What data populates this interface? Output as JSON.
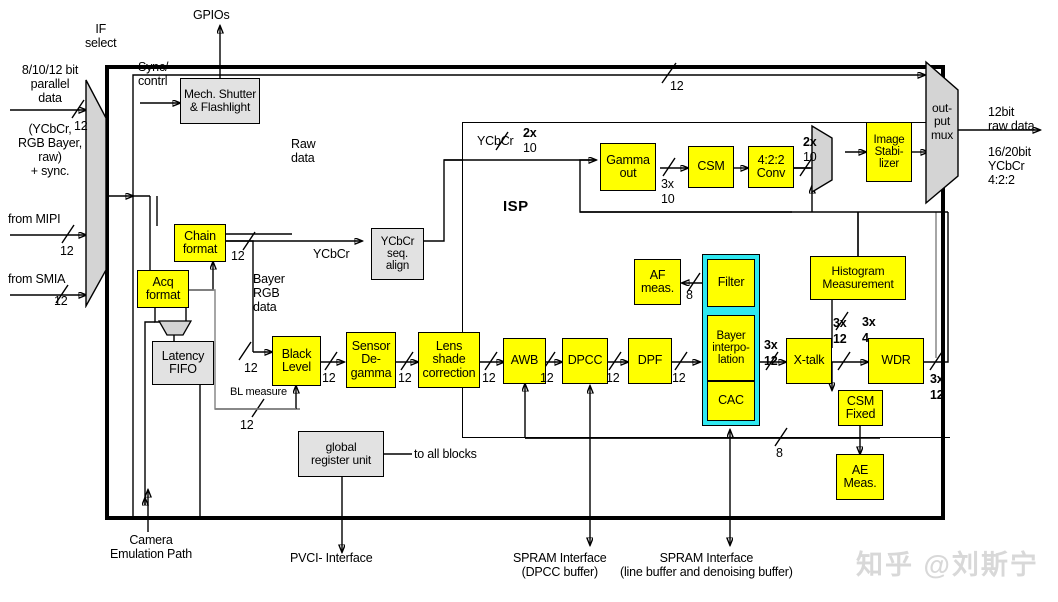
{
  "diagram": {
    "title": "ISP Camera Pipeline Block Diagram",
    "isp_label": "ISP",
    "colors": {
      "block_fill": "#ffff00",
      "aux_fill": "#e2e2e2",
      "highlight_fill": "#2fe8f0",
      "line": "#000000",
      "grey_line": "#808080",
      "watermark": "#d8d8d8"
    }
  },
  "watermark": "知乎 @刘斯宁",
  "inputs": {
    "if_select": "IF\nselect",
    "parallel_data": "8/10/12 bit\nparallel\ndata",
    "parallel_format": "(YCbCr,\nRGB Bayer,\nraw)\n+ sync.",
    "from_mipi": "from MIPI",
    "from_smia": "from SMIA",
    "bus_parallel": "12",
    "bus_mipi": "12",
    "bus_smia": "12"
  },
  "outputs": {
    "gpios": "GPIOs",
    "raw_data": "12bit\nraw data",
    "ycbcr_out": "16/20bit\nYCbCr\n4:2:2"
  },
  "blocks": {
    "mech_shutter": "Mech. Shutter\n& Flashlight",
    "chain_format": "Chain\nformat",
    "acq_format": "Acq\nformat",
    "latency_fifo": "Latency\nFIFO",
    "ycbcr_seq_align": "YCbCr\nseq.\nalign",
    "black_level": "Black\nLevel",
    "sensor_degamma": "Sensor\nDe-\ngamma",
    "lens_shade": "Lens\nshade\ncorrection",
    "awb": "AWB",
    "dpcc": "DPCC",
    "dpf": "DPF",
    "af_meas": "AF\nmeas.",
    "filter": "Filter",
    "bayer_interpolation": "Bayer\ninterpo-\nlation",
    "cac": "CAC",
    "x_talk": "X-talk",
    "wdr": "WDR",
    "histogram": "Histogram\nMeasurement",
    "csm_fixed": "CSM\nFixed",
    "ae_meas": "AE\nMeas.",
    "gamma_out": "Gamma\nout",
    "csm": "CSM",
    "conv422": "4:2:2\nConv",
    "image_stabilizer": "Image\nStabi-\nlizer",
    "output_mux": "out-\nput\nmux",
    "global_register_unit": "global\nregister unit"
  },
  "labels": {
    "sync_contrl": "Sync/\ncontrl",
    "raw_data_path": "Raw\ndata",
    "ycbcr_path": "YCbCr",
    "ycbcr_isp_in": "YCbCr",
    "bayer_rgb_data": "Bayer\nRGB\ndata",
    "bl_measure": "BL measure",
    "to_all_blocks": "to all blocks",
    "camera_emulation_path": "Camera\nEmulation Path",
    "pvci_interface": "PVCI- Interface",
    "spram_dpcc": "SPRAM Interface\n(DPCC buffer)",
    "spram_line": "SPRAM Interface\n(line buffer and denoising buffer)"
  },
  "bus_widths": {
    "top_raw_12": "12",
    "chain_out_12": "12",
    "bayer_in_12": "12",
    "bl_measure_12": "12",
    "black_to_degamma_12": "12",
    "degamma_to_lens_12": "12",
    "lens_to_awb_12": "12",
    "awb_to_dpcc_12": "12",
    "dpcc_to_dpf_12": "12",
    "dpf_to_bayer_12": "12",
    "af_8": "8",
    "bayer_to_xtalk_3x": "3x",
    "bayer_to_xtalk_12": "12",
    "xtalk_to_wdr_3x": "3x",
    "xtalk_to_wdr_12": "12",
    "hist_3x": "3x",
    "hist_4": "4",
    "wdr_out_3x": "3x",
    "wdr_out_12": "12",
    "cac_ctrl_8": "8",
    "ycbcr_2x": "2x",
    "ycbcr_10": "10",
    "gamma_out_3x": "3x",
    "gamma_out_10": "10",
    "conv_2x": "2x",
    "conv_10": "10"
  }
}
